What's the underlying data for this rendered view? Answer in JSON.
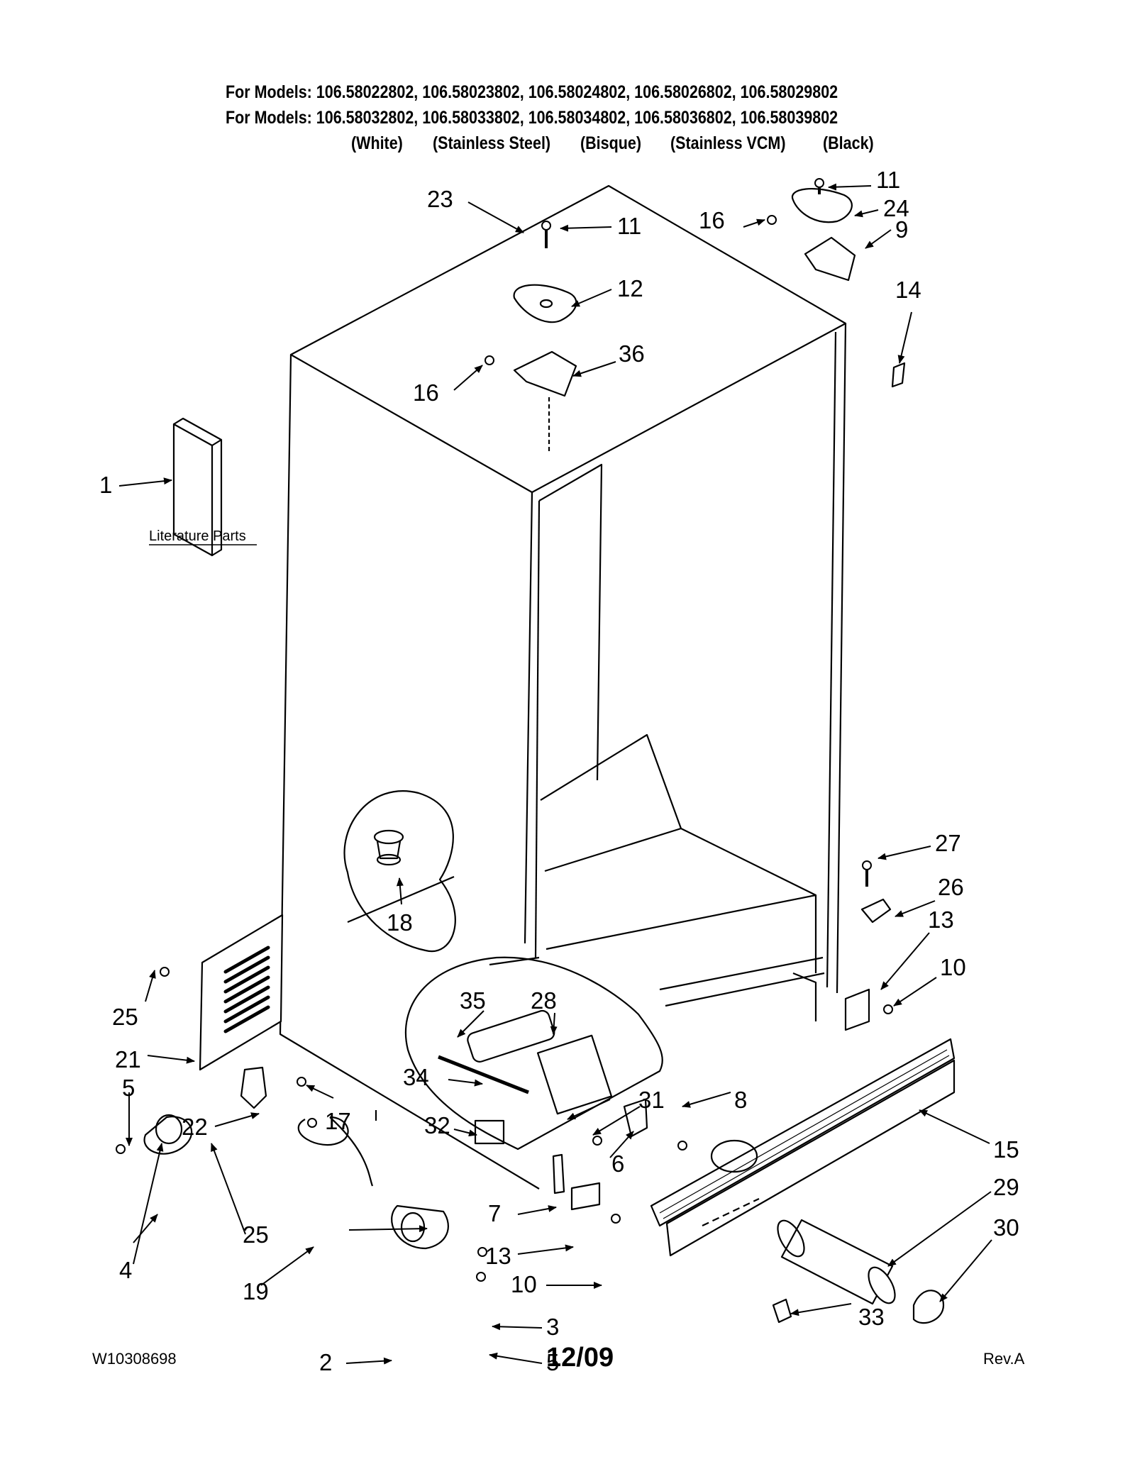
{
  "header": {
    "line1": "For Models: 106.58022802, 106.58023802, 106.58024802, 106.58026802, 106.58029802",
    "line2": "For Models: 106.58032802, 106.58033802, 106.58034802, 106.58036802, 106.58039802",
    "variants": [
      "(White)",
      "(Stainless Steel)",
      "(Bisque)",
      "(Stainless VCM)",
      "(Black)"
    ]
  },
  "diagram": {
    "literature_label": "Literature Parts",
    "callouts": [
      "1",
      "2",
      "3",
      "4",
      "5",
      "5",
      "6",
      "7",
      "8",
      "9",
      "10",
      "10",
      "11",
      "11",
      "12",
      "13",
      "13",
      "14",
      "15",
      "16",
      "16",
      "17",
      "18",
      "19",
      "21",
      "22",
      "23",
      "24",
      "25",
      "25",
      "26",
      "27",
      "28",
      "29",
      "30",
      "31",
      "32",
      "33",
      "34",
      "35",
      "36"
    ]
  },
  "footer": {
    "doc_number": "W10308698",
    "date_code": "12/09",
    "revision": "Rev.A"
  }
}
